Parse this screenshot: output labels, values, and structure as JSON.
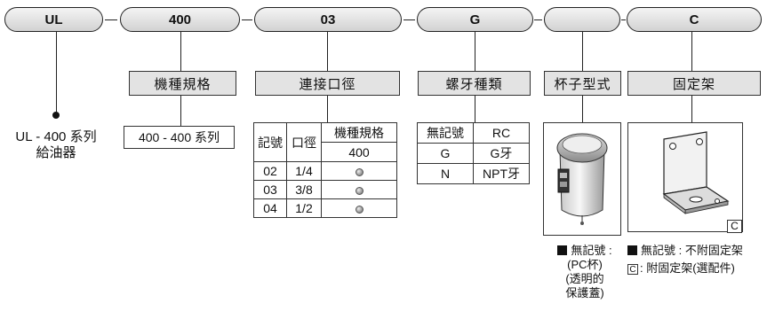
{
  "code_parts": [
    "UL",
    "400",
    "03",
    "G",
    "",
    "C"
  ],
  "headers": {
    "model": "機種規格",
    "port": "連接口徑",
    "thread": "螺牙種類",
    "bowl": "杯子型式",
    "bracket": "固定架"
  },
  "product_name": {
    "line1": "UL - 400 系列",
    "line2": "給油器"
  },
  "model_value": "400 - 400 系列",
  "port_table": {
    "col_code": "記號",
    "col_port": "口徑",
    "col_model": "機種規格",
    "model_sub": "400",
    "rows": [
      {
        "code": "02",
        "port": "1/4"
      },
      {
        "code": "03",
        "port": "3/8"
      },
      {
        "code": "04",
        "port": "1/2"
      }
    ]
  },
  "thread_table": {
    "rows": [
      {
        "code": "無記號",
        "type": "RC"
      },
      {
        "code": "G",
        "type": "G牙"
      },
      {
        "code": "N",
        "type": "NPT牙"
      }
    ]
  },
  "bowl_note": {
    "line1": "無記號 :",
    "line2": "(PC杯)",
    "line3": "(透明的",
    "line4": "保護蓋)"
  },
  "bracket_box_label": "C",
  "bracket_note": {
    "line1": "無記號 : 不附固定架",
    "line2_mark": "C",
    "line2": ": 附固定架(選配件)"
  }
}
